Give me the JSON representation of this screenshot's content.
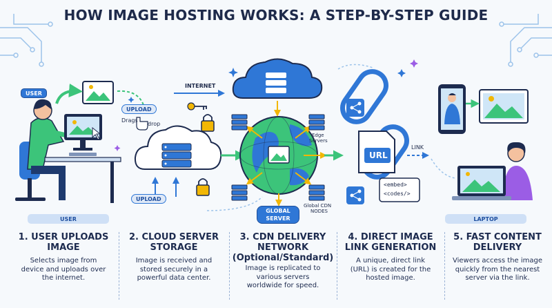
{
  "title": "HOW IMAGE HOSTING WORKS: A STEP-BY-STEP GUIDE",
  "diagram": {
    "user_tag": "USER",
    "upload_tag": "UPLOAD",
    "drags_text": "Drags",
    "drop_text": "drop",
    "upload_tag2": "UPLOAD",
    "user_bar": "USER",
    "internet": "INTERNET",
    "edge_servers_1": "Edge",
    "edge_servers_2": "Servers",
    "global_server_1": "GLOBAL",
    "global_server_2": "SERVER",
    "cdn_nodes_1": "Global CDN",
    "cdn_nodes_2": "NODES",
    "link": "LINK",
    "url": "URL",
    "embed_1": "<embed>",
    "embed_2": "<codes/>",
    "laptop": "LAPTOP"
  },
  "steps": [
    {
      "title_1": "1. USER UPLOADS",
      "title_2": "IMAGE",
      "title_3": "",
      "desc_1": "Selects image from",
      "desc_2": "device and uploads over",
      "desc_3": "the internet."
    },
    {
      "title_1": "2. CLOUD SERVER",
      "title_2": "STORAGE",
      "title_3": "",
      "desc_1": "Image is received and",
      "desc_2": "stored securely in a",
      "desc_3": "powerful data center."
    },
    {
      "title_1": "3. CDN DELIVERY",
      "title_2": "NETWORK",
      "title_3": "(Optional/Standard)",
      "desc_1": "Image is replicated to",
      "desc_2": "various servers",
      "desc_3": "worldwide for speed."
    },
    {
      "title_1": "4. DIRECT IMAGE",
      "title_2": "LINK GENERATION",
      "title_3": "",
      "desc_1": "A unique, direct link",
      "desc_2": "(URL) is created for the",
      "desc_3": "hosted image."
    },
    {
      "title_1": "5. FAST CONTENT",
      "title_2": "DELIVERY",
      "title_3": "",
      "desc_1": "Viewers access the image",
      "desc_2": "quickly from the nearest",
      "desc_3": "server via the link."
    }
  ],
  "colors": {
    "primary": "#2f77d6",
    "navy": "#1d2b4f",
    "green": "#3cc47a",
    "yellow": "#f2b705",
    "light_blue": "#dbe9fb"
  }
}
